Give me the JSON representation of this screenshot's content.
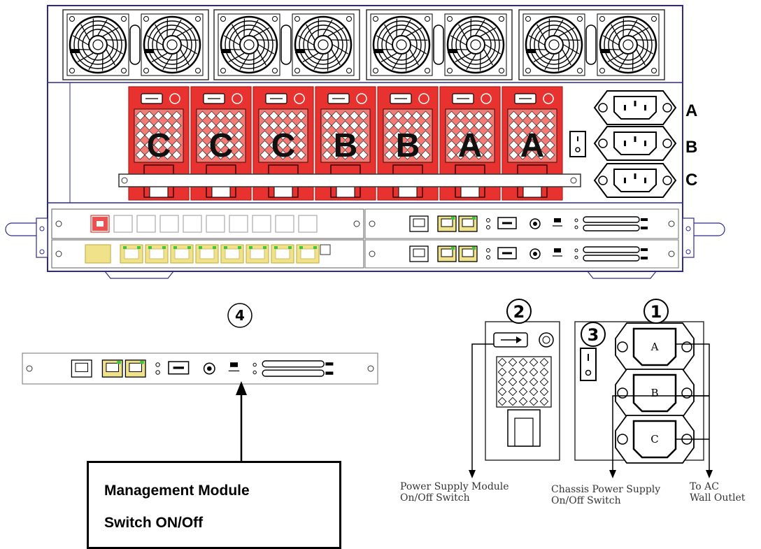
{
  "chassis": {
    "fan_count": 8,
    "psu_letters": [
      "C",
      "C",
      "C",
      "B",
      "B",
      "A",
      "A"
    ],
    "inlet_letters": [
      "A",
      "B",
      "C"
    ],
    "colors": {
      "psu": "#e8322f",
      "psu_light": "#f47a76",
      "lines": "#2d2a8c",
      "port_amber": "#f0e28a",
      "port_green": "#3cc63c",
      "port_red": "#e8322f"
    }
  },
  "callouts": {
    "mgmt_number": "4",
    "psu_switch_number": "2",
    "chassis_switch_number": "3",
    "inlet_number": "1"
  },
  "detail": {
    "inlet_labels": [
      "A",
      "B",
      "C"
    ]
  },
  "labels": {
    "mgmt_line1": "Management Module",
    "mgmt_line2": "Switch ON/Off",
    "psu_switch_line1": "Power Supply Module",
    "psu_switch_line2": "On/Off Switch",
    "chassis_switch_line1": "Chassis Power Supply",
    "chassis_switch_line2": "On/Off Switch",
    "wall_line1": "To AC",
    "wall_line2": "Wall Outlet"
  }
}
